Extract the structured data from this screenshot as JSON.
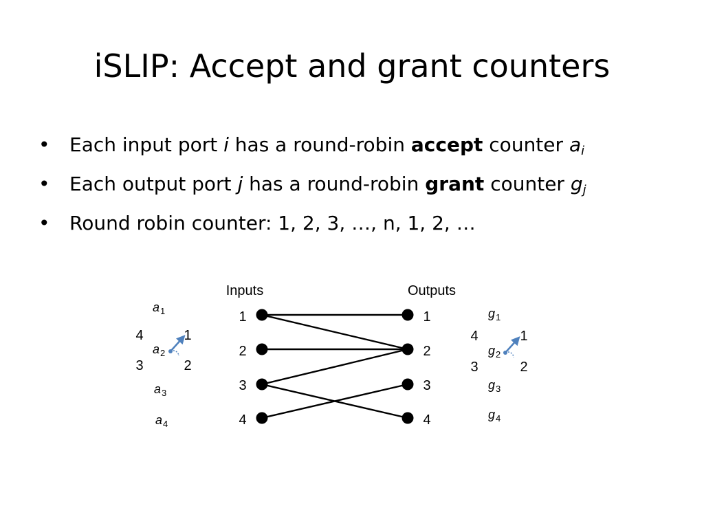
{
  "slide": {
    "title": "iSLIP: Accept and grant counters",
    "bullets": [
      {
        "before": "Each input port ",
        "var": "i",
        "middle": " has a round-robin ",
        "strong": "accept",
        "after": " counter ",
        "sym": "a",
        "sub": "i"
      },
      {
        "before": "Each output port ",
        "var": "j",
        "middle": " has a round-robin ",
        "strong": "grant",
        "after": " counter ",
        "sym": "g",
        "sub": "j"
      },
      {
        "text": "Round robin counter: 1, 2, 3, …, n, 1, 2, …"
      }
    ]
  },
  "diagram": {
    "inputs_label": "Inputs",
    "outputs_label": "Outputs",
    "input_ports": [
      "1",
      "2",
      "3",
      "4"
    ],
    "output_ports": [
      "1",
      "2",
      "3",
      "4"
    ],
    "connections": [
      {
        "from": "1",
        "to": "1"
      },
      {
        "from": "1",
        "to": "2"
      },
      {
        "from": "2",
        "to": "2"
      },
      {
        "from": "3",
        "to": "2"
      },
      {
        "from": "3",
        "to": "4"
      },
      {
        "from": "4",
        "to": "3"
      }
    ],
    "accept_counters": {
      "labels": [
        {
          "sym": "a",
          "sub": "1"
        },
        {
          "sym": "a",
          "sub": "2"
        },
        {
          "sym": "a",
          "sub": "3"
        },
        {
          "sym": "a",
          "sub": "4"
        }
      ],
      "dial_positions": [
        "1",
        "2",
        "3",
        "4"
      ]
    },
    "grant_counters": {
      "labels": [
        {
          "sym": "g",
          "sub": "1"
        },
        {
          "sym": "g",
          "sub": "2"
        },
        {
          "sym": "g",
          "sub": "3"
        },
        {
          "sym": "g",
          "sub": "4"
        }
      ],
      "dial_positions": [
        "1",
        "2",
        "3",
        "4"
      ]
    },
    "pointer_color": "#4f81bd"
  }
}
